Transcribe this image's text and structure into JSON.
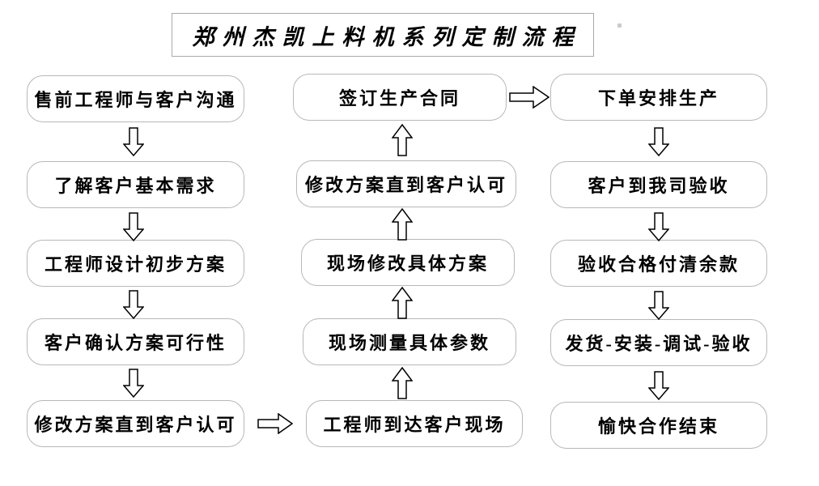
{
  "diagram": {
    "type": "flowchart",
    "title": "郑州杰凯上料机系列定制流程",
    "columns": {
      "left": [
        "售前工程师与客户沟通",
        "了解客户基本需求",
        "工程师设计初步方案",
        "客户确认方案可行性",
        "修改方案直到客户认可"
      ],
      "middle": [
        "签订生产合同",
        "修改方案直到客户认可",
        "现场修改具体方案",
        "现场测量具体参数",
        "工程师到达客户现场"
      ],
      "right": [
        "下单安排生产",
        "客户到我司验收",
        "验收合格付清余款",
        "发货-安装-调试-验收",
        "愉快合作结束"
      ]
    },
    "flow_sequence": [
      "售前工程师与客户沟通",
      "了解客户基本需求",
      "工程师设计初步方案",
      "客户确认方案可行性",
      "修改方案直到客户认可",
      "工程师到达客户现场",
      "现场测量具体参数",
      "现场修改具体方案",
      "修改方案直到客户认可",
      "签订生产合同",
      "下单安排生产",
      "客户到我司验收",
      "验收合格付清余款",
      "发货-安装-调试-验收",
      "愉快合作结束"
    ],
    "arrow_directions": {
      "left_column": "down",
      "middle_column": "up",
      "right_column": "down",
      "left_to_middle": "right",
      "middle_to_right": "right"
    },
    "colors": {
      "background": "#ffffff",
      "box_fill": "#ffffff",
      "box_border": "#b8b8b8",
      "title_border": "#a9a9a9",
      "text": "#000000",
      "arrow_outline": "#000000"
    }
  }
}
